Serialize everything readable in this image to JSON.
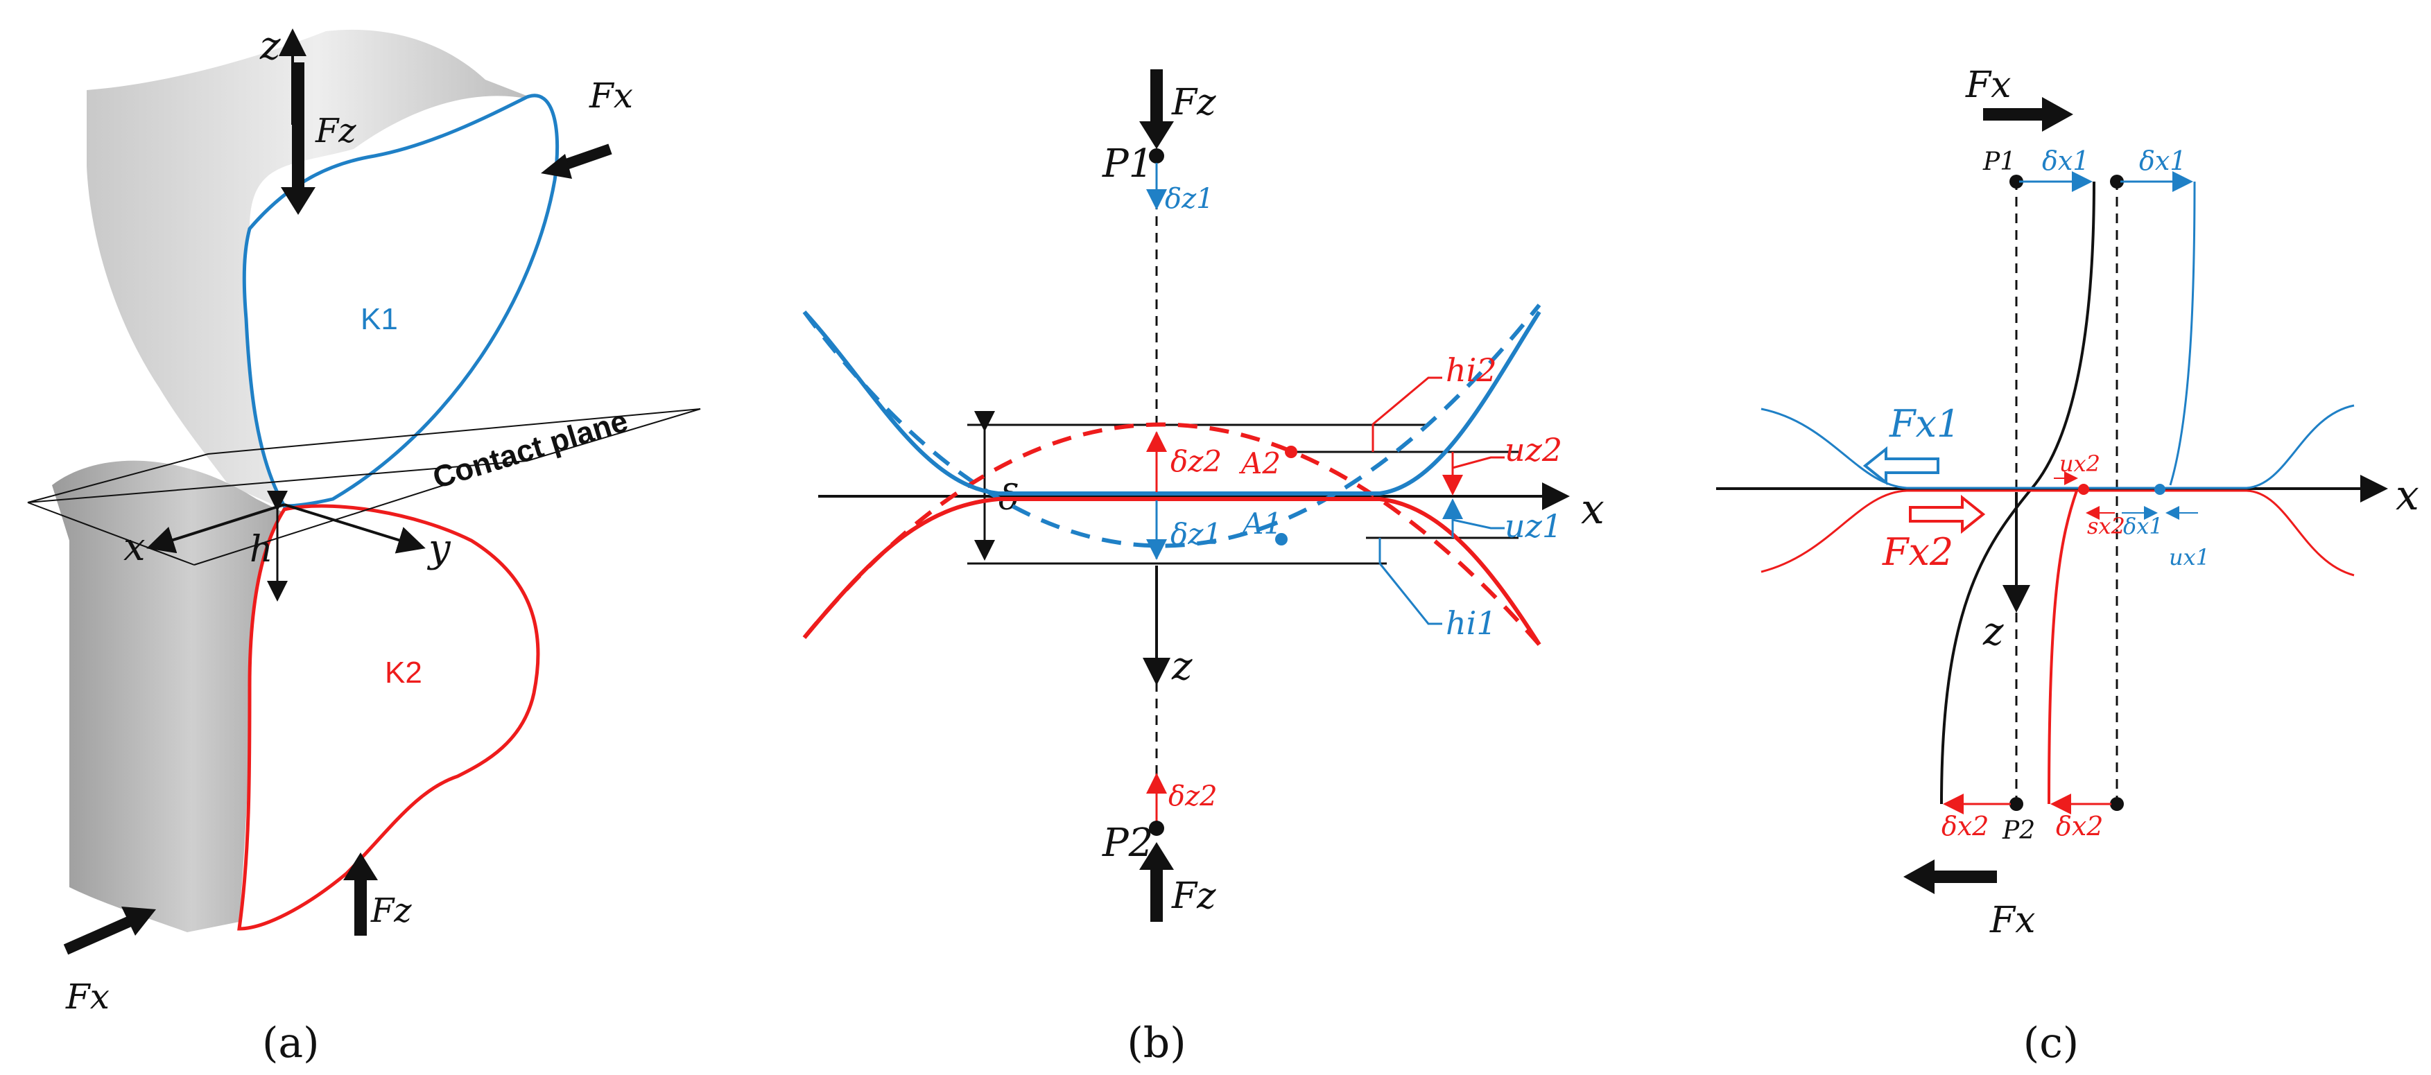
{
  "colors": {
    "blue": "#1f80c6",
    "red": "#ee1c1c",
    "black": "#111111",
    "gray_light": "#dcdcdc",
    "gray_dark": "#8e8e8e"
  },
  "panel_a": {
    "caption": "(a)",
    "z_axis": "z",
    "x_axis": "x",
    "y_axis": "y",
    "h_label": "h",
    "body1": "K1",
    "body2": "K2",
    "plane_label": "Contact plane",
    "fz_top": "Fz",
    "fx_top": "Fx",
    "fz_bottom": "Fz",
    "fx_bottom": "Fx"
  },
  "panel_b": {
    "caption": "(b)",
    "fz_top": "Fz",
    "fz_bottom": "Fz",
    "p1": "P1",
    "p2": "P2",
    "dz1_top": "δz1",
    "dz2_bottom": "δz2",
    "delta": "δ",
    "dz2_mid": "δz2",
    "dz1_mid": "δz1",
    "a2": "A2",
    "a1": "A1",
    "hi2": "hi2",
    "hi1": "hi1",
    "uz2": "uz2",
    "uz1": "uz1",
    "x_axis": "x",
    "z_axis": "z"
  },
  "panel_c": {
    "caption": "(c)",
    "fx_top": "Fx",
    "fx_bottom": "Fx",
    "p1": "P1",
    "p2": "P2",
    "dx1_a": "δx1",
    "dx1_b": "δx1",
    "dx2_a": "δx2",
    "dx2_b": "δx2",
    "fx1": "Fx1",
    "fx2": "Fx2",
    "ux2": "ux2",
    "sx2": "sx2",
    "dx1_small": "δx1",
    "ux1": "ux1",
    "x_axis": "x",
    "z_axis": "z"
  }
}
